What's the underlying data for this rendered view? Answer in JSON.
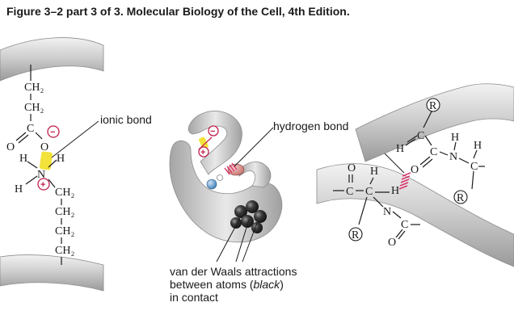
{
  "title": "Figure 3–2 part 3 of 3. Molecular Biology of the Cell, 4th Edition.",
  "labels": {
    "ionic_bond": "ionic bond",
    "hydrogen_bond": "hydrogen bond",
    "vdw_line1": "van der Waals attractions",
    "vdw_line2a": "between atoms (",
    "vdw_line2b": "black",
    "vdw_line2c": ")",
    "vdw_line3": "in contact"
  },
  "chem": {
    "ch2": "CH₂",
    "c": "C",
    "o": "O",
    "h": "H",
    "n": "N",
    "r": "R"
  },
  "charges": {
    "minus": "−",
    "plus": "+"
  },
  "colors": {
    "ribbon_gray": "#c9c9c9",
    "charge_red": "#c21f4a",
    "ionic_yellow": "#f2e23a",
    "hbond_pink": "#d9346b",
    "atom_blue": "#5a95c8"
  }
}
